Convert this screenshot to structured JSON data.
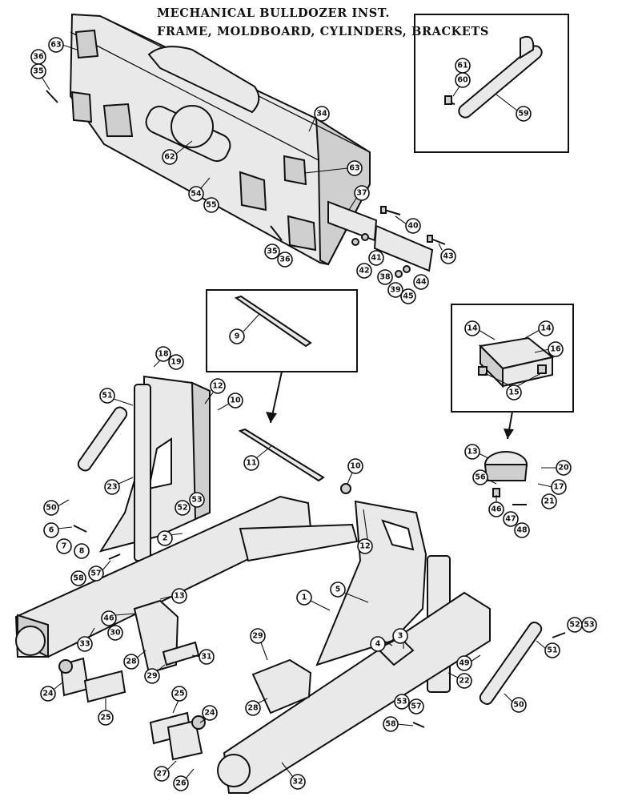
{
  "title": {
    "line1": "MECHANICAL BULLDOZER INST.",
    "line2": "FRAME, MOLDBOARD, CYLINDERS, BRACKETS"
  },
  "callouts": {
    "c63a": "63",
    "c36a": "36",
    "c35a": "35",
    "c34": "34",
    "c62": "62",
    "c63b": "63",
    "c54": "54",
    "c55": "55",
    "c37": "37",
    "c40": "40",
    "c35b": "35",
    "c36b": "36",
    "c41": "41",
    "c42": "42",
    "c43": "43",
    "c38": "38",
    "c39": "39",
    "c44": "44",
    "c45": "45",
    "c61": "61",
    "c60": "60",
    "c59": "59",
    "c9": "9",
    "c11": "11",
    "c10a": "10",
    "c10b": "10",
    "c14a": "14",
    "c14b": "14",
    "c16": "16",
    "c15": "15",
    "c13a": "13",
    "c20": "20",
    "c56": "56",
    "c17": "17",
    "c21": "21",
    "c46a": "46",
    "c47": "47",
    "c48": "48",
    "c18": "18",
    "c19": "19",
    "c12a": "12",
    "c51a": "51",
    "c23": "23",
    "c50a": "50",
    "c52a": "52",
    "c53a": "53",
    "c6": "6",
    "c7": "7",
    "c8": "8",
    "c2": "2",
    "c58a": "58",
    "c57a": "57",
    "c13b": "13",
    "c46b": "46",
    "c30": "30",
    "c33": "33",
    "c28a": "28",
    "c31": "31",
    "c29a": "29",
    "c24a": "24",
    "c25a": "25",
    "c25b": "25",
    "c24b": "24",
    "c27": "27",
    "c26": "26",
    "c12b": "12",
    "c5": "5",
    "c1": "1",
    "c29b": "29",
    "c4": "4",
    "c3": "3",
    "c28b": "28",
    "c49": "49",
    "c22": "22",
    "c52b": "52",
    "c53b": "53",
    "c51b": "51",
    "c50b": "50",
    "c57b": "57",
    "c53c": "53",
    "c58b": "58",
    "c32": "32"
  }
}
